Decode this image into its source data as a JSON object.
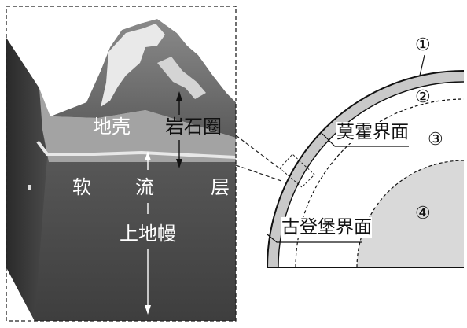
{
  "block_labels": {
    "crust": "地壳",
    "lithosphere": "岩石圈",
    "asthenosphere_1": "软",
    "asthenosphere_2": "流",
    "asthenosphere_3": "层",
    "upper_mantle": "上地幔"
  },
  "section_labels": {
    "moho": "莫霍界面",
    "gutenberg": "古登堡界面",
    "n1": "①",
    "n2": "②",
    "n3": "③",
    "n4": "④"
  }
}
